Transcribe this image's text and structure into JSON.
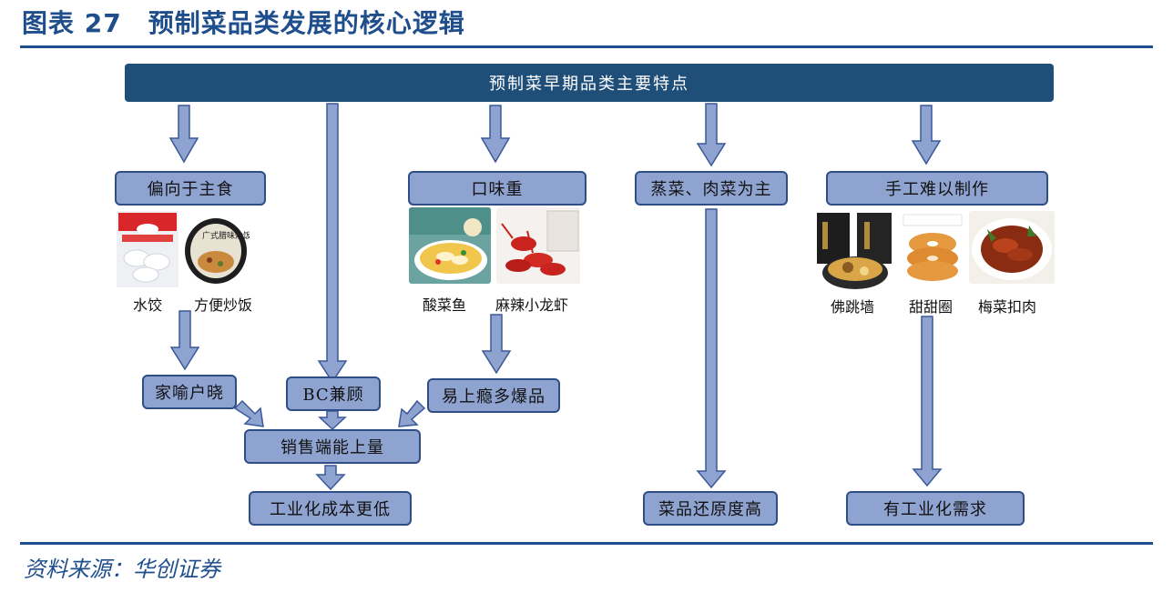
{
  "title": "图表 27　预制菜品类发展的核心逻辑",
  "source": "资料来源：华创证券",
  "banner": "预制菜早期品类主要特点",
  "boxes": {
    "staple": "偏向于主食",
    "taste": "口味重",
    "steamed": "蒸菜、肉菜为主",
    "handmade": "手工难以制作",
    "household": "家喻户晓",
    "bc": "BC兼顾",
    "hits": "易上瘾多爆品",
    "sales": "销售端能上量",
    "cost": "工业化成本更低",
    "restore": "菜品还原度高",
    "demand": "有工业化需求"
  },
  "captions": {
    "dumpling": "水饺",
    "friedrice": "方便炒饭",
    "fish": "酸菜鱼",
    "crayfish": "麻辣小龙虾",
    "fotiaoqiang": "佛跳墙",
    "donut": "甜甜圈",
    "porkbelly": "梅菜扣肉"
  },
  "packaging": {
    "friedrice_label": "广式腊味炒饭"
  },
  "colors": {
    "banner": "#1f4e79",
    "box_fill": "#8fa3d1",
    "box_border": "#2f4d86",
    "arrow_fill": "#8fa3d1",
    "arrow_stroke": "#3a5998",
    "heading": "#1f4e8c"
  }
}
